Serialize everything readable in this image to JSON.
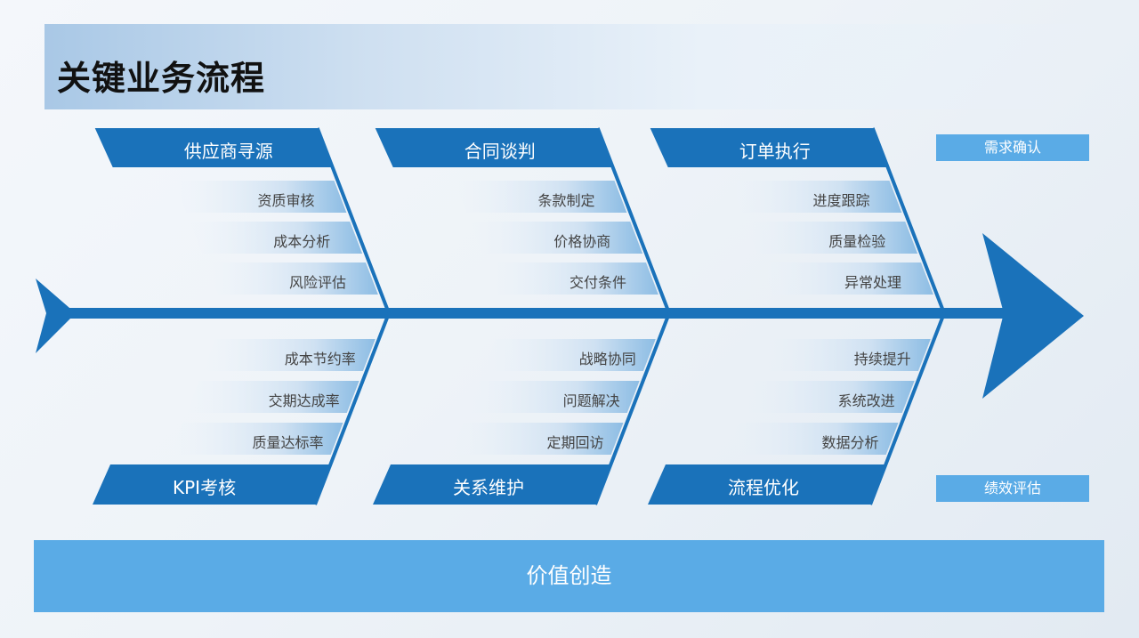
{
  "title": "关键业务流程",
  "top_bones": [
    {
      "header": "供应商寻源",
      "items": [
        "资质审核",
        "成本分析",
        "风险评估"
      ]
    },
    {
      "header": "合同谈判",
      "items": [
        "条款制定",
        "价格协商",
        "交付条件"
      ]
    },
    {
      "header": "订单执行",
      "items": [
        "进度跟踪",
        "质量检验",
        "异常处理"
      ]
    }
  ],
  "bottom_bones": [
    {
      "header": "KPI考核",
      "items": [
        "成本节约率",
        "交期达成率",
        "质量达标率"
      ]
    },
    {
      "header": "关系维护",
      "items": [
        "战略协同",
        "问题解决",
        "定期回访"
      ]
    },
    {
      "header": "流程优化",
      "items": [
        "持续提升",
        "系统改进",
        "数据分析"
      ]
    }
  ],
  "head_labels": {
    "top": "需求确认",
    "bottom": "绩效评估"
  },
  "footer": "价值创造",
  "colors": {
    "bone": "#1a72ba",
    "box": "#5aabe6"
  }
}
